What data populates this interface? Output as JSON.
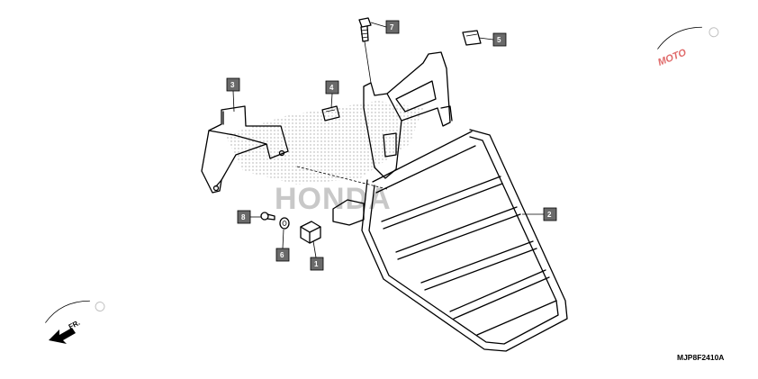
{
  "diagram": {
    "callouts": [
      {
        "id": "c1",
        "label": "1"
      },
      {
        "id": "c2",
        "label": "2"
      },
      {
        "id": "c3",
        "label": "3"
      },
      {
        "id": "c4",
        "label": "4"
      },
      {
        "id": "c5",
        "label": "5"
      },
      {
        "id": "c6",
        "label": "6"
      },
      {
        "id": "c7",
        "label": "7"
      },
      {
        "id": "c8",
        "label": "8"
      }
    ],
    "diagram_code": "MJP8F2410A",
    "direction_label": "FR.",
    "watermark_text": "HONDA",
    "logo_text": "MOTO",
    "colors": {
      "callout_fill": "#6a6a6a",
      "line": "#000000",
      "watermark": "#c8c8c8",
      "logo_accent": "#e06a6a"
    }
  }
}
